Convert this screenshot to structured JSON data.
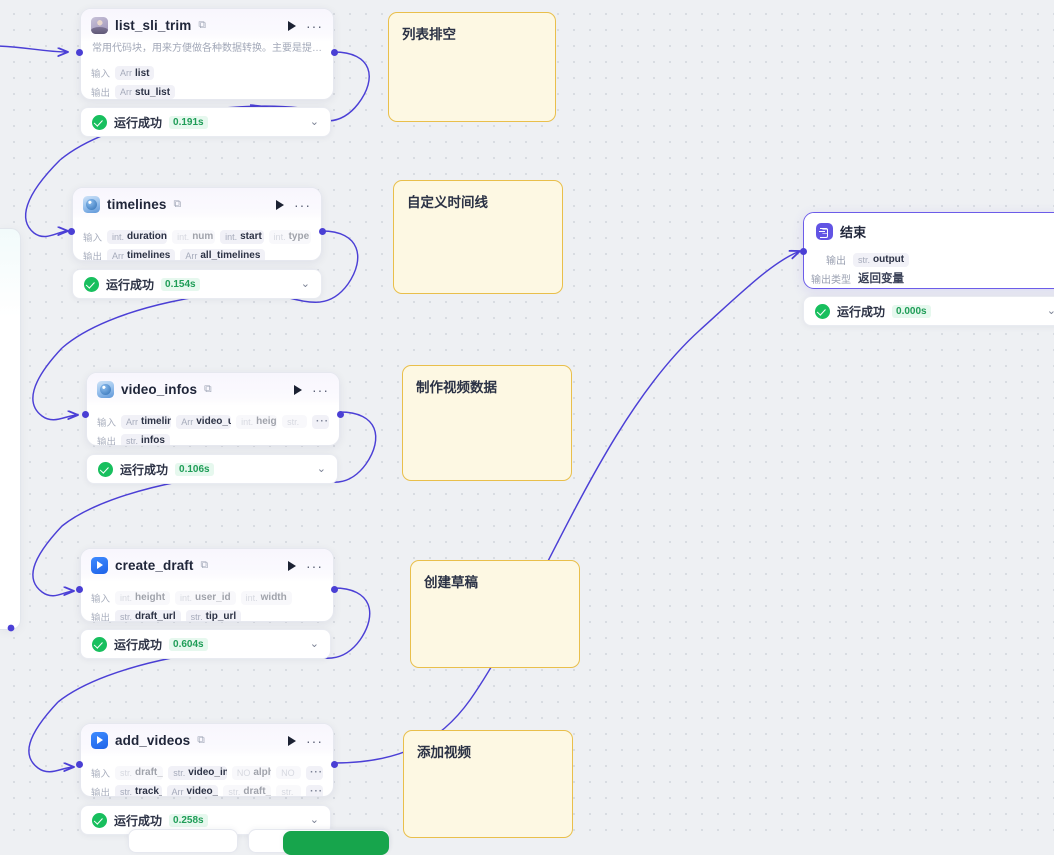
{
  "app": {
    "canvas_name": "workflow-canvas",
    "accent_color": "#4a3fd4",
    "edge_color": "#4b3fd6",
    "note_bg": "#fdf8e3",
    "note_border": "#e9bf4b",
    "success_color": "#18bf5e"
  },
  "labels": {
    "input": "输入",
    "output": "输出",
    "output_type": "输出类型",
    "run_status": "运行成功",
    "more": "···",
    "chevron": "⌄",
    "copy_glyph": "⧉",
    "ellipsis_chip": "···"
  },
  "nodes": [
    {
      "id": "list_sli_trim",
      "title": "list_sli_trim",
      "icon": "photo-icon",
      "selected": false,
      "desc": "常用代码块，用来方便做各种数据转换。主要是提取列表和列…",
      "inputs": [
        {
          "type": "Arr",
          "name": "list"
        }
      ],
      "outputs": [
        {
          "type": "Arr",
          "name": "stu_list"
        }
      ],
      "status": "运行成功",
      "duration": "0.191s"
    },
    {
      "id": "timelines",
      "title": "timelines",
      "icon": "globe-icon",
      "selected": false,
      "desc": "",
      "inputs": [
        {
          "type": "int.",
          "name": "duration"
        },
        {
          "type": "int.",
          "name": "num"
        },
        {
          "type": "int.",
          "name": "start"
        },
        {
          "type": "int.",
          "name": "type"
        }
      ],
      "outputs": [
        {
          "type": "Arr",
          "name": "timelines"
        },
        {
          "type": "Arr",
          "name": "all_timelines"
        }
      ],
      "status": "运行成功",
      "duration": "0.154s"
    },
    {
      "id": "video_infos",
      "title": "video_infos",
      "icon": "globe-icon",
      "selected": false,
      "desc": "",
      "inputs": [
        {
          "type": "Arr",
          "name": "timelines"
        },
        {
          "type": "Arr",
          "name": "video_urls"
        },
        {
          "type": "int.",
          "name": "height"
        },
        {
          "type": "str.",
          "name": "",
          "truncated": true
        }
      ],
      "outputs": [
        {
          "type": "str.",
          "name": "infos"
        }
      ],
      "status": "运行成功",
      "duration": "0.106s"
    },
    {
      "id": "create_draft",
      "title": "create_draft",
      "icon": "play-icon",
      "selected": false,
      "desc": "",
      "inputs": [
        {
          "type": "int.",
          "name": "height"
        },
        {
          "type": "int.",
          "name": "user_id"
        },
        {
          "type": "int.",
          "name": "width"
        }
      ],
      "outputs": [
        {
          "type": "str.",
          "name": "draft_url"
        },
        {
          "type": "str.",
          "name": "tip_url"
        }
      ],
      "status": "运行成功",
      "duration": "0.604s"
    },
    {
      "id": "add_videos",
      "title": "add_videos",
      "icon": "play-icon",
      "selected": false,
      "desc": "",
      "inputs": [
        {
          "type": "str.",
          "name": "draft_url"
        },
        {
          "type": "str.",
          "name": "video_infos"
        },
        {
          "type": "NO",
          "name": "alpha"
        },
        {
          "type": "NO",
          "name": "",
          "truncated": true
        }
      ],
      "outputs": [
        {
          "type": "str.",
          "name": "track_id"
        },
        {
          "type": "Arr",
          "name": "video_ids"
        },
        {
          "type": "str.",
          "name": "draft_url"
        },
        {
          "type": "str.",
          "name": "",
          "truncated": true
        }
      ],
      "status": "运行成功",
      "duration": "0.258s"
    }
  ],
  "end_node": {
    "id": "end",
    "title": "结束",
    "icon": "end-icon",
    "selected": true,
    "output": {
      "type": "str.",
      "name": "output"
    },
    "output_type_label": "输出类型",
    "output_type_value": "返回变量",
    "status": "运行成功",
    "duration": "0.000s"
  },
  "notes": [
    {
      "id": "note-1",
      "text": "列表排空"
    },
    {
      "id": "note-2",
      "text": "自定义时间线"
    },
    {
      "id": "note-3",
      "text": "制作视频数据"
    },
    {
      "id": "note-4",
      "text": "创建草稿"
    },
    {
      "id": "note-5",
      "text": "添加视频"
    }
  ]
}
